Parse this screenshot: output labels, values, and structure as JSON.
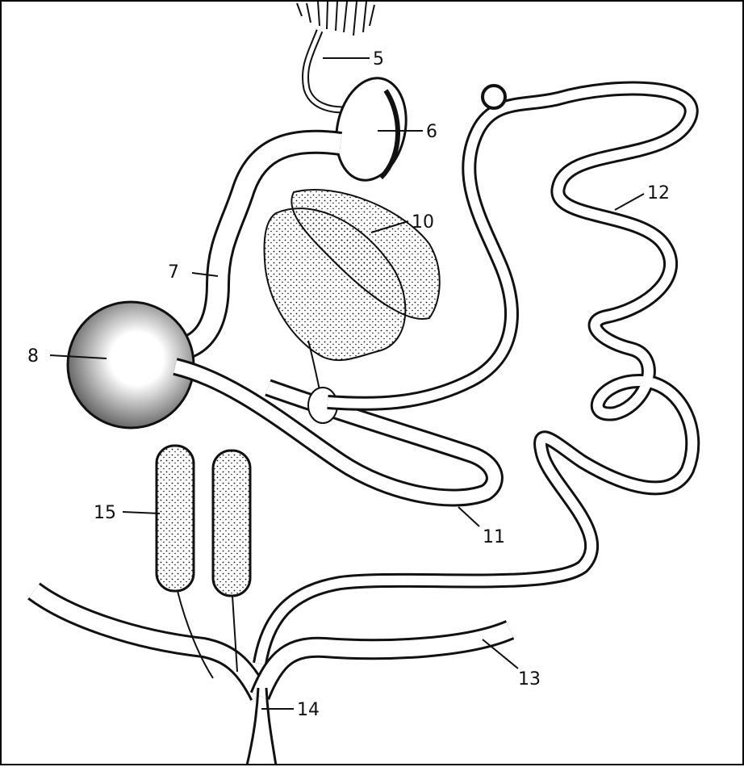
{
  "colors": {
    "ink": "#111111",
    "paper": "#ffffff",
    "frame": "#000000"
  },
  "callouts": {
    "n5": "5",
    "n6": "6",
    "n7": "7",
    "n8": "8",
    "n10": "10",
    "n11": "11",
    "n12": "12",
    "n13": "13",
    "n14": "14",
    "n15": "15"
  }
}
